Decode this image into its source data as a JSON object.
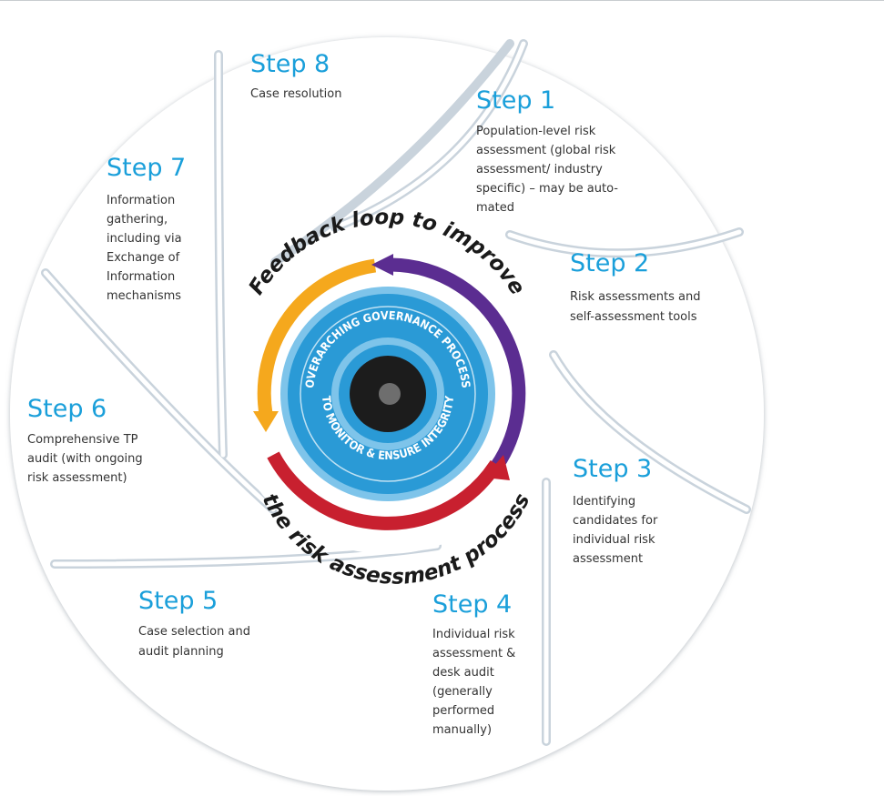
{
  "steps": [
    {
      "title": "Step 1",
      "desc": [
        "Population-level risk",
        "assessment (global risk",
        "assessment/ industry",
        "specific) – may be auto-",
        "mated"
      ]
    },
    {
      "title": "Step 2",
      "desc": [
        "Risk assessments and",
        "self-assessment tools"
      ]
    },
    {
      "title": "Step 3",
      "desc": [
        "Identifying",
        "candidates for",
        "individual risk",
        "assessment"
      ]
    },
    {
      "title": "Step 4",
      "desc": [
        "Individual risk",
        "assessment &",
        "desk audit",
        "(generally",
        "performed",
        "manually)"
      ]
    },
    {
      "title": "Step 5",
      "desc": [
        "Case selection and",
        "audit planning"
      ]
    },
    {
      "title": "Step 6",
      "desc": [
        "Comprehensive TP",
        "audit (with ongoing",
        "risk assessment)"
      ]
    },
    {
      "title": "Step 7",
      "desc": [
        "Information",
        "gathering,",
        "including via",
        "Exchange of",
        "Information",
        "mechanisms"
      ]
    },
    {
      "title": "Step 8",
      "desc": [
        "Case resolution"
      ]
    }
  ],
  "feedback": {
    "top": "Feedback loop to improve",
    "bottom": "the risk assessment process"
  },
  "governance": {
    "top": "OVERARCHING GOVERNANCE PROCESS",
    "bottom": "TO MONITOR & ENSURE INTEGRITY"
  },
  "colors": {
    "step_title": "#1a9fda",
    "purple": "#5b2d91",
    "red": "#c8202f",
    "orange": "#f5a81d",
    "inner_blue": "#2a9ad6",
    "center": "#1c1c1c"
  }
}
